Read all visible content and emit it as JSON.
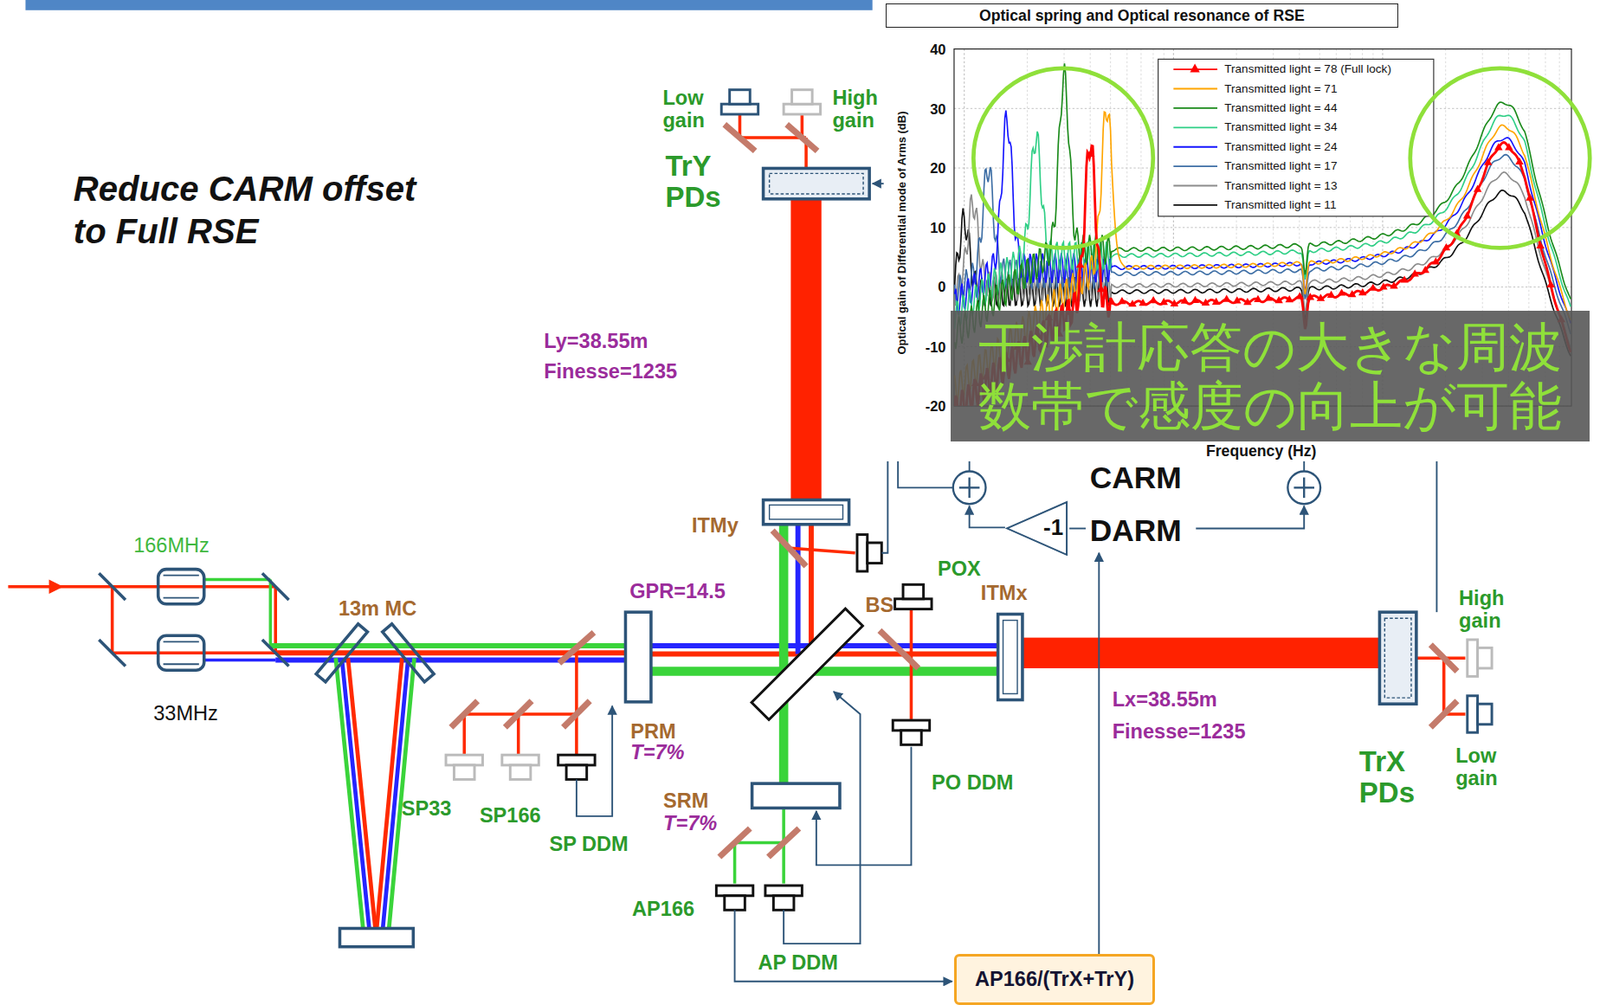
{
  "diagram": {
    "title": "Reduce CARM offset to Full RSE",
    "nodes": [
      {
        "text": [
          "Optical spring and Optical resonance of RSE"
        ]
      },
      {
        "text": [
          "干渉計応答の大きな周波 数帯で感度の向上が可能"
        ]
      },
      {
        "text": [
          "-1"
        ]
      },
      {
        "text": [
          "AP166/(TrX+TrY)"
        ]
      }
    ],
    "labels": [
      "Low gain",
      "High gain",
      "TrY PDs",
      "40",
      "30",
      "20",
      "10",
      "0",
      "-10",
      "-20",
      "Optical gain of Differential mode of Arms (dB)",
      "Ly=38.55m",
      "Finesse=1235",
      "Frequency (Hz)",
      "CARM",
      "ITMy",
      "DARM",
      "166MHz",
      "POX",
      "GPR=14.5",
      "ITMx",
      "BS",
      "13m MC",
      "High gain",
      "33MHz",
      "Lx=38.55m",
      "PRM",
      "Finesse=1235",
      "T=7%",
      "Low gain",
      "TrX PDs",
      "PO DDM",
      "SRM",
      "SP33",
      "SP166",
      "T=7%",
      "SP DDM",
      "AP166",
      "AP DDM"
    ],
    "legend": [
      {
        "text": "Transmitted light = 78 (Full lock)"
      },
      {
        "text": "Transmitted light = 71"
      },
      {
        "text": "Transmitted light = 44"
      },
      {
        "text": "Transmitted light = 34"
      },
      {
        "text": "Transmitted light = 24"
      },
      {
        "text": "Transmitted light = 17"
      },
      {
        "text": "Transmitted light = 13"
      },
      {
        "text": "Transmitted light = 11"
      }
    ]
  }
}
